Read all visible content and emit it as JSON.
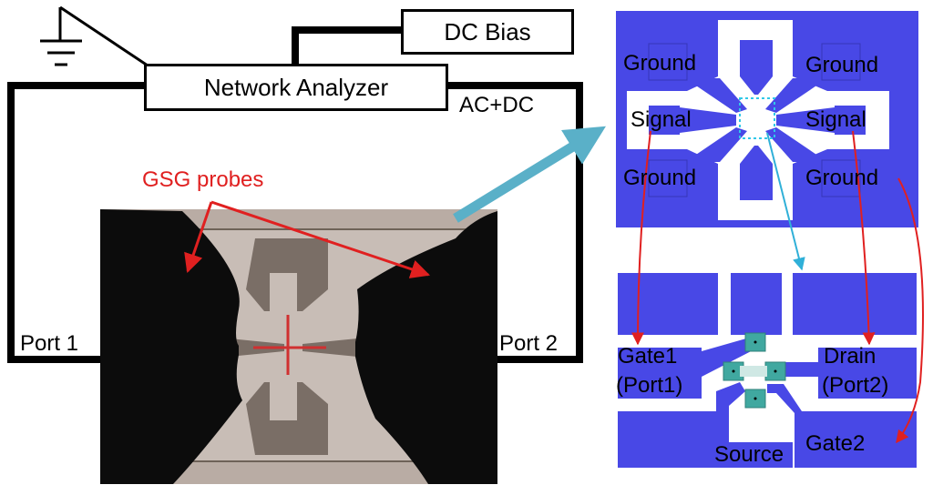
{
  "instruments": {
    "network_analyzer": "Network Analyzer",
    "dc_bias": "DC Bias",
    "ac_dc": "AC+DC",
    "port1": "Port 1",
    "port2": "Port 2"
  },
  "photo": {
    "probes_label": "GSG probes"
  },
  "pad_layout": {
    "ground_tl": "Ground",
    "ground_tr": "Ground",
    "signal_left": "Signal",
    "signal_right": "Signal",
    "ground_bl": "Ground",
    "ground_br": "Ground"
  },
  "device_zoom": {
    "gate1": "Gate1",
    "port1": "(Port1)",
    "drain": "Drain",
    "port2": "(Port2)",
    "source": "Source",
    "gate2": "Gate2"
  },
  "colors": {
    "pad_blue": "#4848e6",
    "probe_arrow_red": "#e02020",
    "zoom_arrow_cyan": "#30b0d8",
    "device_teal": "#40a8a0",
    "photo_bg": "#b9aca4"
  }
}
